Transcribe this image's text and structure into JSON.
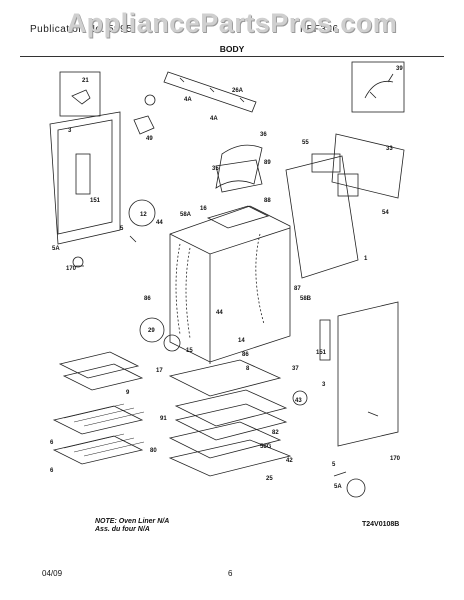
{
  "watermark": "AppliancePartsPros.com",
  "header": {
    "left": "Publication No. 5995",
    "right": "FEF326"
  },
  "title": "BODY",
  "note": {
    "line1": "NOTE: Oven Liner N/A",
    "line2": "Ass. du four N/A"
  },
  "diagram_code": "T24V0108B",
  "footer": {
    "date": "04/09",
    "page": "6"
  },
  "callouts": {
    "c21": "21",
    "c26A": "26A",
    "c4A_1": "4A",
    "c4A_2": "4A",
    "c39": "39",
    "c49": "49",
    "c3_top": "3",
    "c151_left": "151",
    "c36": "36",
    "c89": "89",
    "c35": "35",
    "c55": "55",
    "c33": "33",
    "c12": "12",
    "c44_1": "44",
    "c58A": "58A",
    "c16": "16",
    "c88": "88",
    "c1": "1",
    "c54": "54",
    "c5A_left": "5A",
    "c5_left": "5",
    "c170_left": "170",
    "c86_left": "86",
    "c87": "87",
    "c58B": "58B",
    "c44_2": "44",
    "c29": "29",
    "c14": "14",
    "c15": "15",
    "c17": "17",
    "c86_mid": "86",
    "c37": "37",
    "c151_right": "151",
    "c8": "8",
    "c9": "9",
    "c43": "43",
    "c3_right": "3",
    "c82": "82",
    "c91": "91",
    "c6_a": "6",
    "c6_b": "6",
    "c80": "80",
    "c58G": "58G",
    "c42": "42",
    "c25": "25",
    "c5_right": "5",
    "c170_right": "170",
    "c5A_right": "5A"
  }
}
